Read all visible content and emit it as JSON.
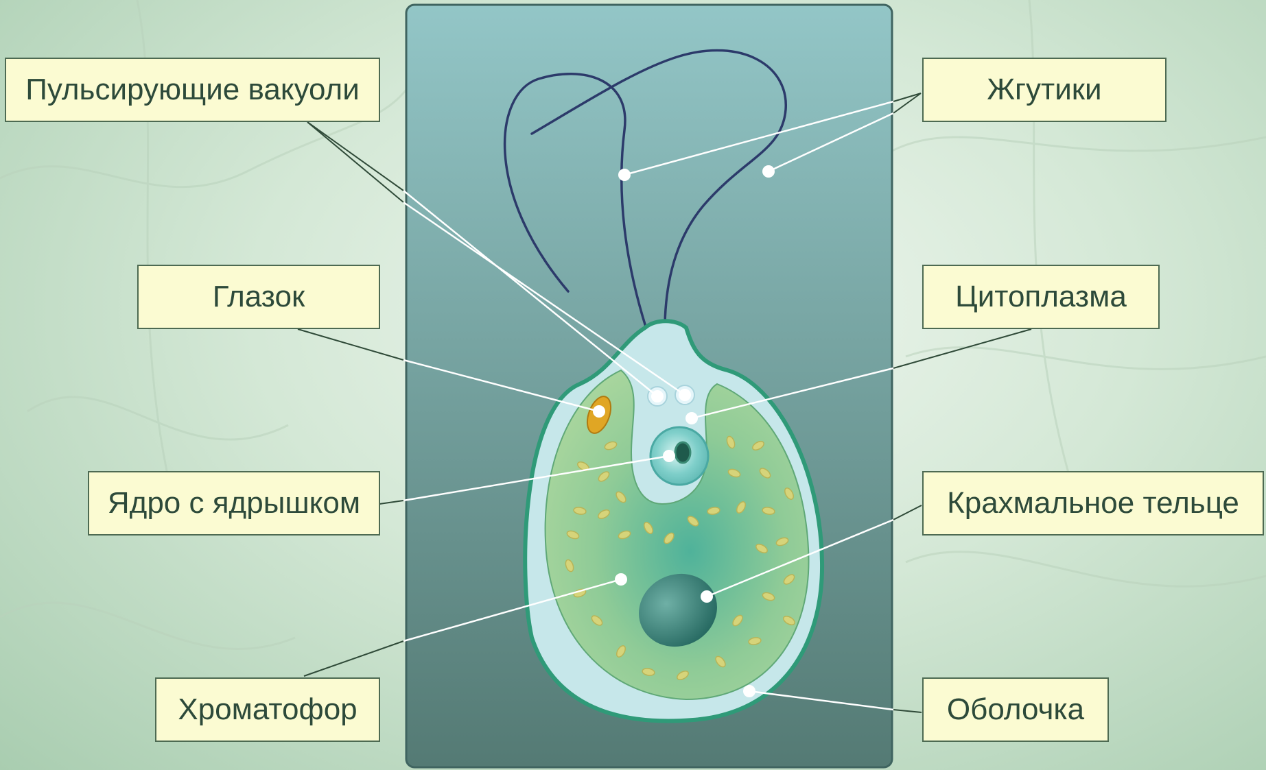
{
  "colors": {
    "panel_top": "#93c6c7",
    "panel_bottom": "#547a74",
    "label_background": "#fbfbd2",
    "label_border": "#4d6a52",
    "label_text": "#2d4a3a",
    "cell_wall": "#2f9a78",
    "chromatophore": "#9ccf9a",
    "flagella": "#2c3a6a",
    "eyespot": "#e0a624",
    "pyrenoid": "#2f7b72",
    "leader_line": "#ffffff"
  },
  "labels": {
    "contractile_vacuoles": "Пульсирующие вакуоли",
    "flagella": "Жгутики",
    "eyespot": "Глазок",
    "cytoplasm": "Цитоплазма",
    "nucleus": "Ядро с ядрышком",
    "starch_body": "Крахмальное тельце",
    "chromatophore": "Хроматофор",
    "membrane": "Оболочка"
  }
}
